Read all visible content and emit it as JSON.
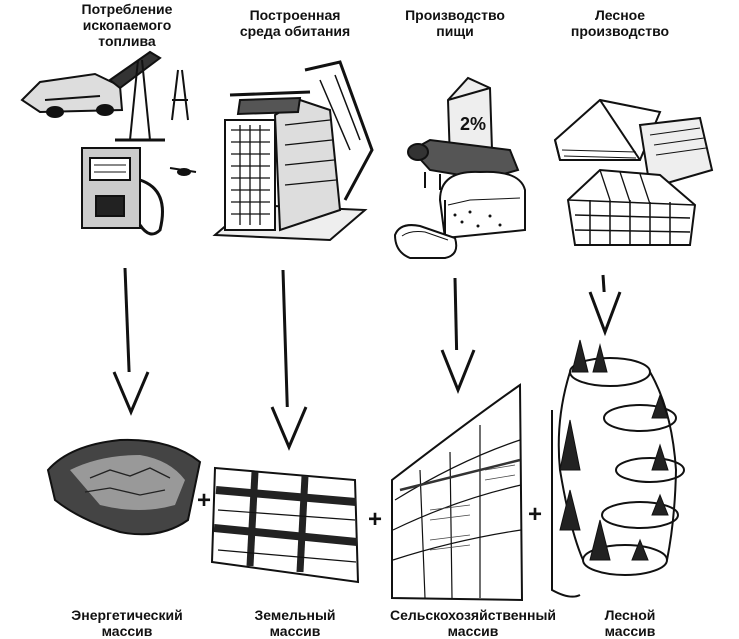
{
  "top_labels": [
    "Потребление\nископаемого\nтоплива",
    "Построенная\nсреда обитания",
    "Производство\nпищи",
    "Лесное\nпроизводство"
  ],
  "bottom_labels": [
    "Энергетический\nмассив",
    "Земельный\nмассив",
    "Сельскохозяйственный\nмассив",
    "Лесной\nмассив"
  ],
  "plus_sign": "+",
  "milk_carton_number": "2%"
}
